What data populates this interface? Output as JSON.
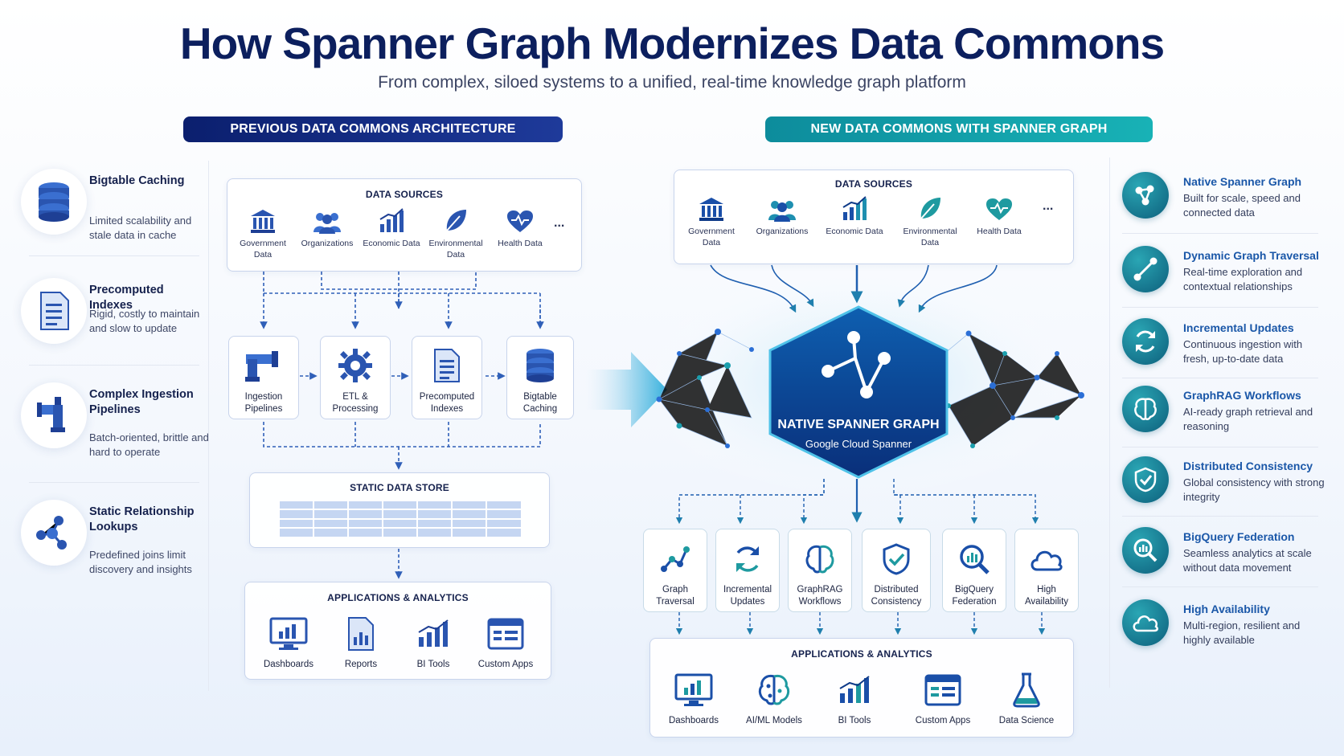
{
  "title": "How Spanner Graph Modernizes Data Commons",
  "subtitle": "From complex, siloed systems to a unified, real-time knowledge graph platform",
  "old": {
    "banner": "PREVIOUS DATA COMMONS ARCHITECTURE",
    "issues": [
      {
        "title": "Bigtable Caching",
        "desc": "Limited scalability and stale data in cache",
        "icon": "database-icon"
      },
      {
        "title": "Precomputed Indexes",
        "desc": "Rigid, costly to maintain and slow to update",
        "icon": "document-icon"
      },
      {
        "title": "Complex Ingestion Pipelines",
        "desc": "Batch-oriented, brittle and hard to operate",
        "icon": "pipe-icon"
      },
      {
        "title": "Static Relationship Lookups",
        "desc": "Predefined joins limit discovery and insights",
        "icon": "nodes-icon"
      }
    ],
    "sources_title": "DATA SOURCES",
    "sources": [
      "Government Data",
      "Organizations",
      "Economic Data",
      "Environmental Data",
      "Health Data"
    ],
    "more": "...",
    "pipeline": [
      "Ingestion Pipelines",
      "ETL & Processing",
      "Precomputed Indexes",
      "Bigtable Caching"
    ],
    "store_title": "STATIC DATA STORE",
    "apps_title": "APPLICATIONS & ANALYTICS",
    "apps": [
      "Dashboards",
      "Reports",
      "BI Tools",
      "Custom Apps"
    ]
  },
  "new": {
    "banner": "NEW DATA COMMONS WITH SPANNER GRAPH",
    "sources_title": "DATA SOURCES",
    "sources": [
      "Government Data",
      "Organizations",
      "Economic Data",
      "Environmental Data",
      "Health Data"
    ],
    "more": "...",
    "hub_title": "NATIVE SPANNER GRAPH",
    "hub_sub": "Google Cloud Spanner",
    "features": [
      "Graph Traversal",
      "Incremental Updates",
      "GraphRAG Workflows",
      "Distributed Consistency",
      "BigQuery Federation",
      "High Availability"
    ],
    "apps_title": "APPLICATIONS & ANALYTICS",
    "apps": [
      "Dashboards",
      "AI/ML Models",
      "BI Tools",
      "Custom Apps",
      "Data Science"
    ],
    "benefits": [
      {
        "title": "Native Spanner Graph",
        "desc": "Built for scale, speed and connected data"
      },
      {
        "title": "Dynamic Graph Traversal",
        "desc": "Real-time exploration and contextual relationships"
      },
      {
        "title": "Incremental Updates",
        "desc": "Continuous ingestion with fresh, up-to-date data"
      },
      {
        "title": "GraphRAG Workflows",
        "desc": "AI-ready graph retrieval and reasoning"
      },
      {
        "title": "Distributed Consistency",
        "desc": "Global consistency with strong integrity"
      },
      {
        "title": "BigQuery Federation",
        "desc": "Seamless analytics at scale without data movement"
      },
      {
        "title": "High Availability",
        "desc": "Multi-region, resilient and highly available"
      }
    ]
  },
  "colors": {
    "navy": "#0c1f5e",
    "teal": "#14a3ae",
    "blue": "#2f5fb8"
  }
}
